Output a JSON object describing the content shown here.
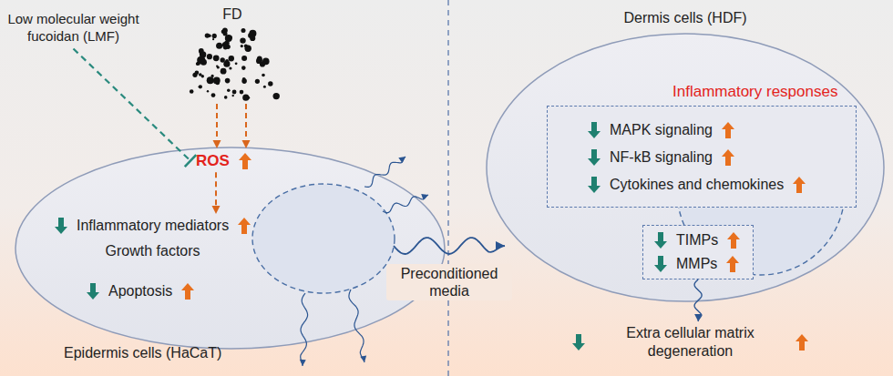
{
  "diagram": {
    "nodes": [
      {
        "text": [
          "Low molecular weight fucoidan (LMF)"
        ]
      },
      {
        "text": [
          "FD"
        ]
      },
      {
        "text": [
          "Epidermis cells (HaCaT)"
        ]
      },
      {
        "text": [
          "ROS"
        ],
        "in": 2
      },
      {
        "text": [
          "Inflammatory mediators",
          "Growth factors"
        ],
        "in": 2
      },
      {
        "text": [
          "Apoptosis"
        ],
        "in": 2
      },
      {
        "text": [
          "Dermis cells (HDF)"
        ]
      },
      {
        "text": [
          "Inflammatory responses",
          "MAPK signaling",
          "NF-kB signaling",
          "Cytokines and chemokines"
        ],
        "in": 6
      },
      {
        "text": [
          "TIMPs",
          "MMPs"
        ],
        "in": 6
      },
      {
        "text": [
          "Extra cellular matrix degeneration"
        ]
      }
    ],
    "edges": [
      {
        "from": 0,
        "to": 3,
        "arrow": "to"
      },
      {
        "from": 1,
        "to": 3,
        "arrow": "to"
      },
      {
        "from": 3,
        "to": 4,
        "arrow": "to"
      },
      {
        "from": 2,
        "to": 6,
        "label": "Preconditioned media",
        "arrow": "to"
      },
      {
        "from": 8,
        "to": 9,
        "arrow": "to"
      }
    ]
  }
}
